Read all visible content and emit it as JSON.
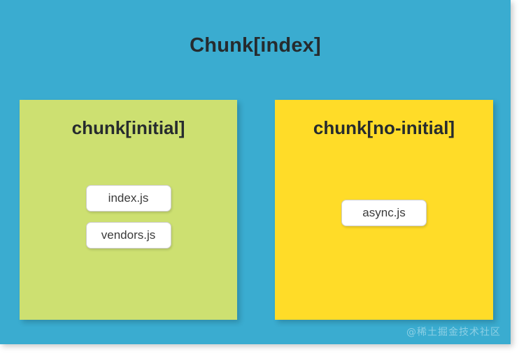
{
  "diagram": {
    "title": "Chunk[index]",
    "background_color": "#3aacd0",
    "title_color": "#262b2e",
    "watermark": "@稀土掘金技术社区"
  },
  "panels": [
    {
      "id": "initial",
      "title": "chunk[initial]",
      "color": "#cde071",
      "modules": [
        {
          "label": "index.js"
        },
        {
          "label": "vendors.js"
        }
      ]
    },
    {
      "id": "no-initial",
      "title": "chunk[no-initial]",
      "color": "#ffdc28",
      "modules": [
        {
          "label": "async.js"
        }
      ]
    }
  ]
}
